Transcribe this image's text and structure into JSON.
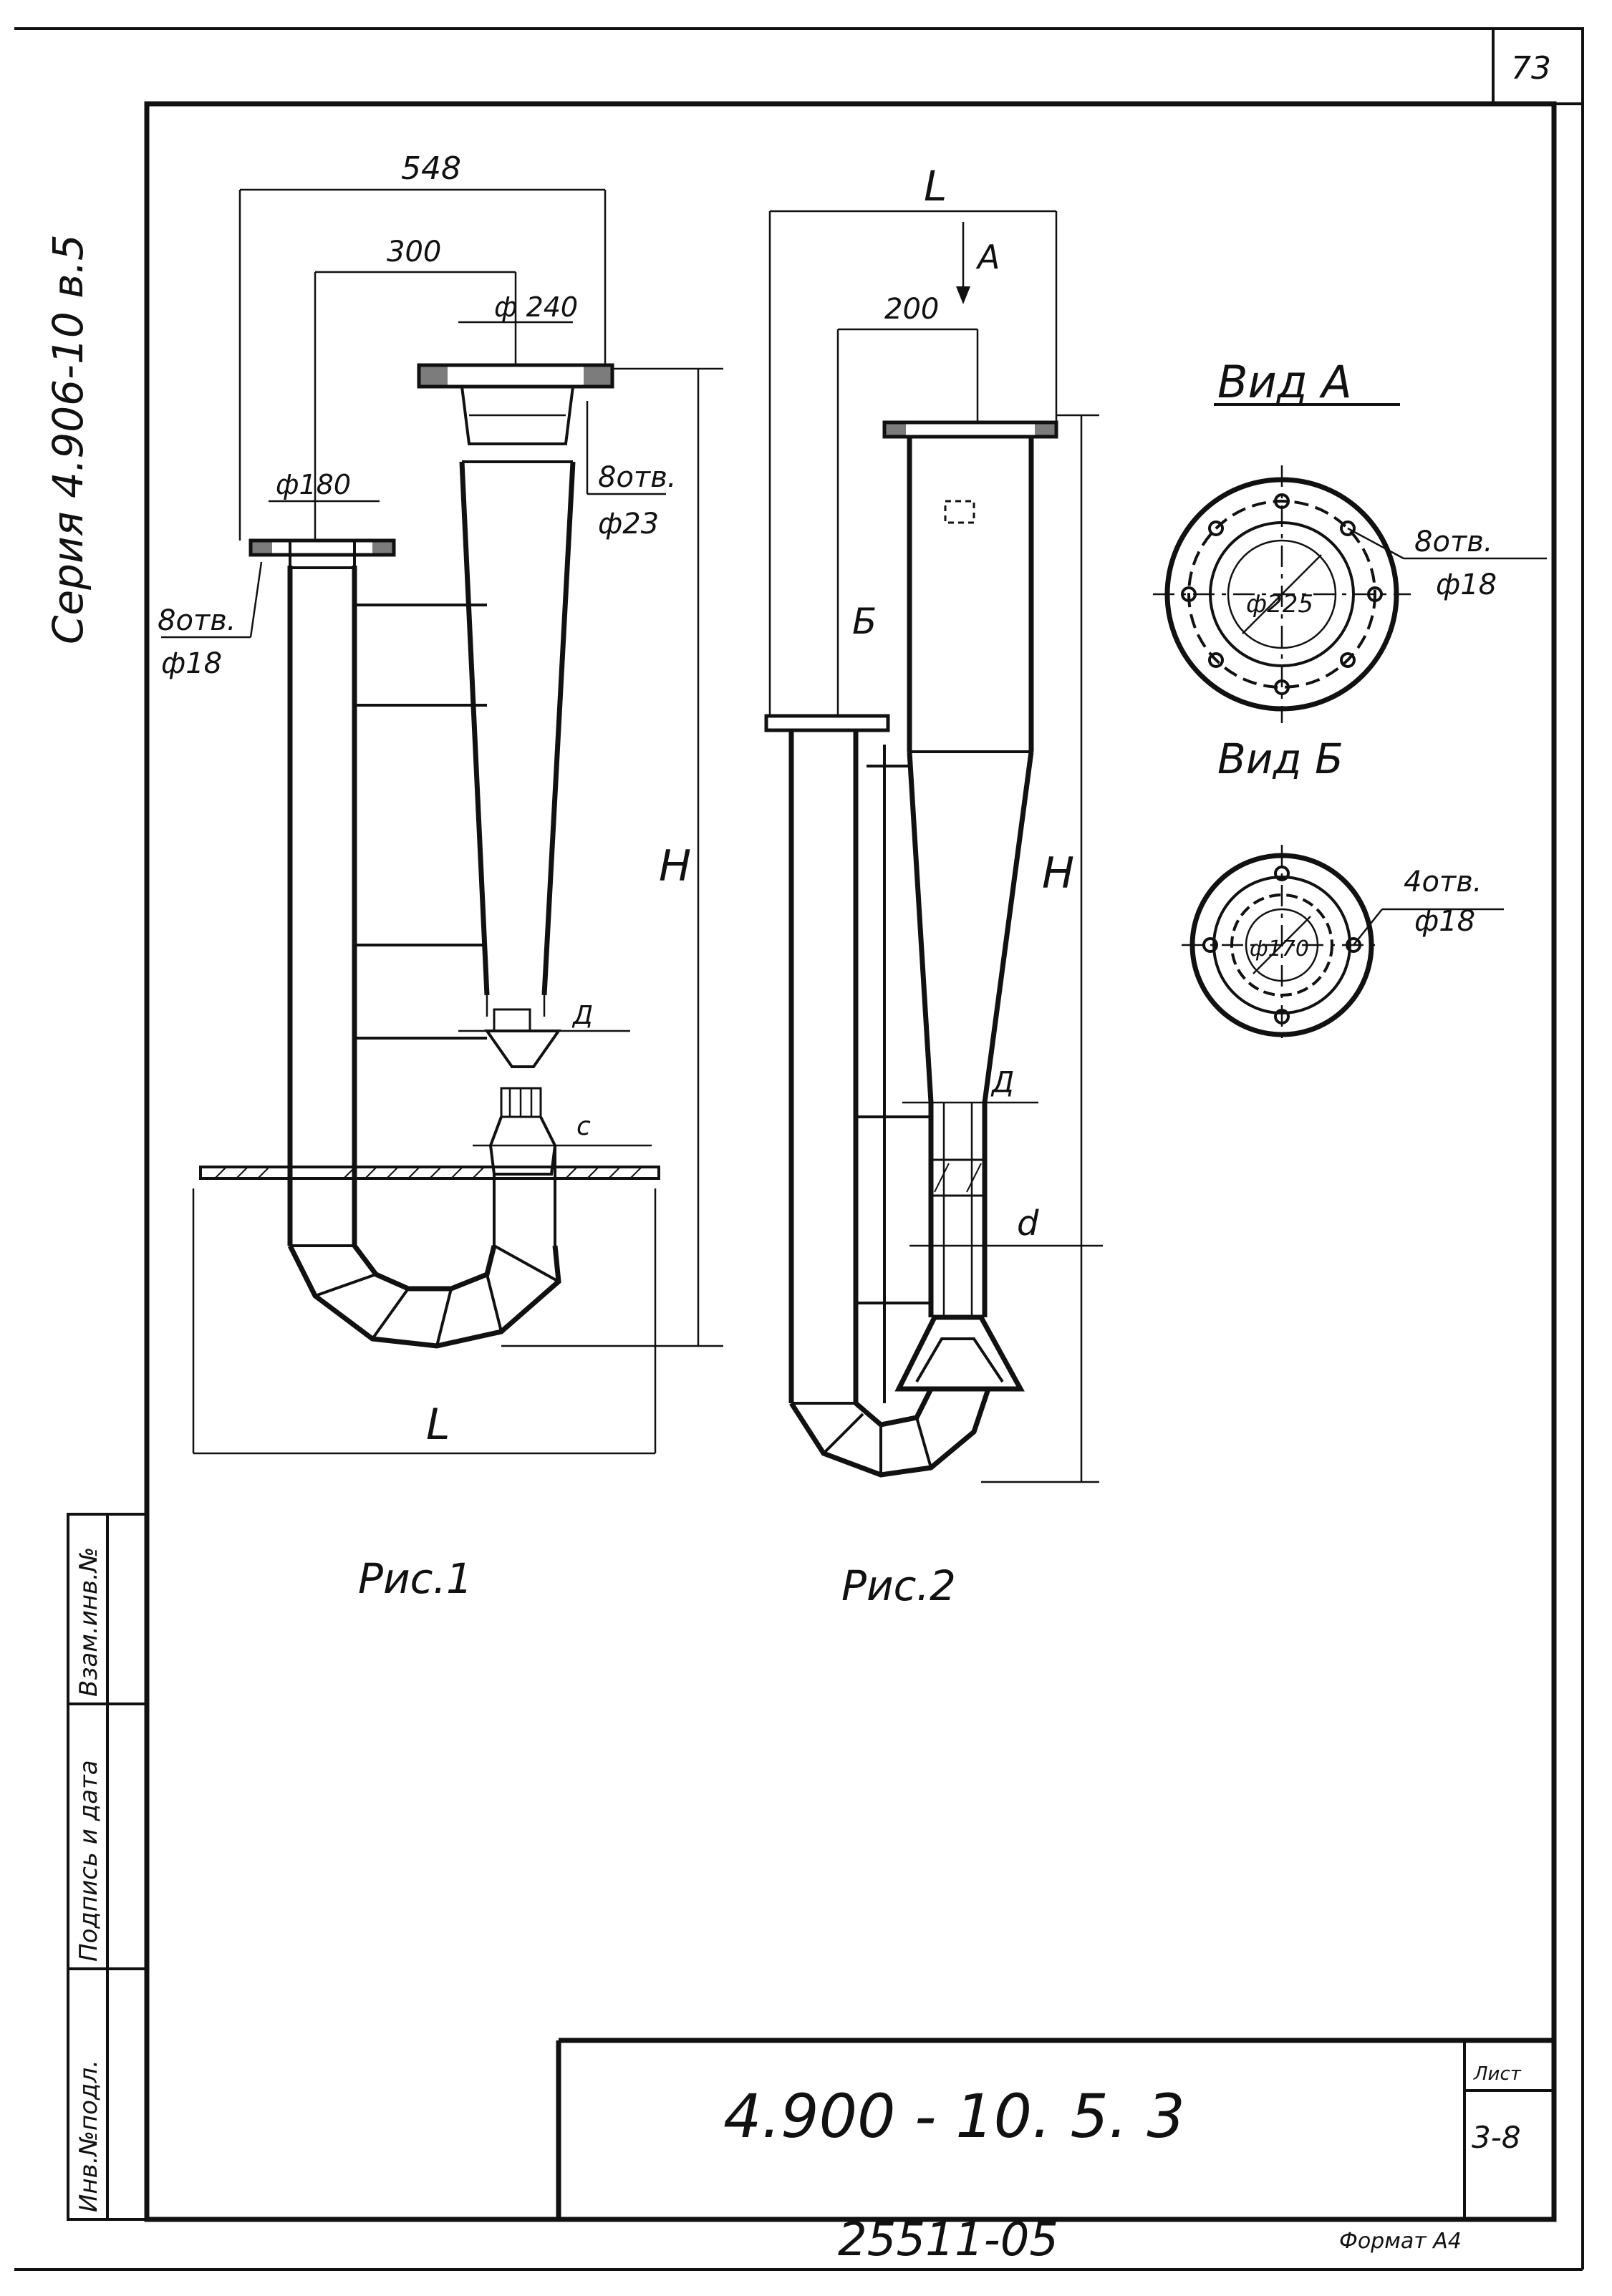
{
  "sheet": {
    "corner_page": "73",
    "series_label": "Серия 4.906-10 в.5",
    "doc_code": "4.900 - 10. 5. 3",
    "sheet_label": "Лист",
    "sheet_number": "3-8",
    "inventory_number": "25511-05",
    "format": "Формат А4"
  },
  "side_stamp": {
    "inv_podl": "Инв.№подл.",
    "podpis_data": "Подпись и дата",
    "vzam_inv": "Взам.инв.№"
  },
  "fig1": {
    "caption": "Рис.1",
    "dim_top": "548",
    "dim_300": "300",
    "dim_240": "ф 240",
    "dim_180": "ф180",
    "holes_right": "8отв.",
    "holes_right_d": "ф23",
    "holes_left": "8отв.",
    "holes_left_d": "ф18",
    "dim_H": "Н",
    "dim_L": "L",
    "dim_D": "Д",
    "dim_c": "с"
  },
  "fig2": {
    "caption": "Рис.2",
    "dim_L": "L",
    "dim_200": "200",
    "arrow_A": "А",
    "arrow_B": "Б",
    "dim_H": "Н",
    "dim_D": "Д",
    "dim_d": "d"
  },
  "view_a": {
    "title": "Вид А",
    "holes": "8отв.",
    "holes_d": "ф18",
    "inner_d": "ф225"
  },
  "view_b": {
    "title": "Вид Б",
    "holes": "4отв.",
    "holes_d": "ф18",
    "inner_d": "ф170"
  }
}
